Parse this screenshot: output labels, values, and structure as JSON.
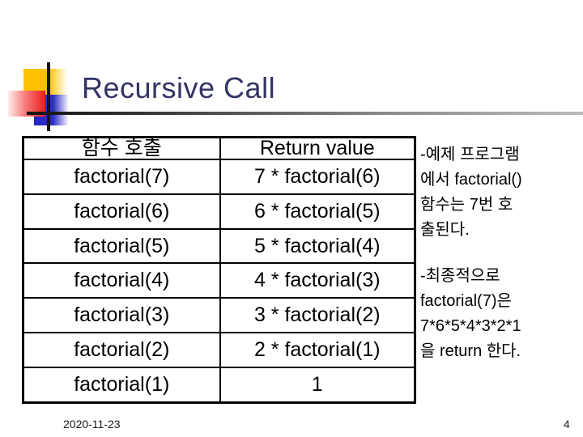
{
  "slide": {
    "title": "Recursive Call",
    "footer": {
      "date": "2020-11-23",
      "page": "4"
    }
  },
  "table": {
    "headers": {
      "call": "함수 호출",
      "ret": "Return value"
    },
    "rows": [
      {
        "call": "factorial(7)",
        "ret": "7 * factorial(6)"
      },
      {
        "call": "factorial(6)",
        "ret": "6 * factorial(5)"
      },
      {
        "call": "factorial(5)",
        "ret": "5 * factorial(4)"
      },
      {
        "call": "factorial(4)",
        "ret": "4 * factorial(3)"
      },
      {
        "call": "factorial(3)",
        "ret": "3 * factorial(2)"
      },
      {
        "call": "factorial(2)",
        "ret": "2 * factorial(1)"
      },
      {
        "call": "factorial(1)",
        "ret": "1"
      }
    ]
  },
  "notes": {
    "note1": "-예제 프로그램\n에서 factorial()\n함수는 7번 호\n출된다.",
    "note2": "-최종적으로\nfactorial(7)은\n7*6*5*4*3*2*1\n을 return 한다."
  },
  "colors": {
    "title": "#333366",
    "table_border": "#000000",
    "text": "#000000",
    "accent_yellow": "#fdc101",
    "accent_red": "#ee1c1c",
    "accent_blue": "#2d2dc9",
    "rule_dark": "#121212",
    "rule_light": "#bbbbbb"
  }
}
